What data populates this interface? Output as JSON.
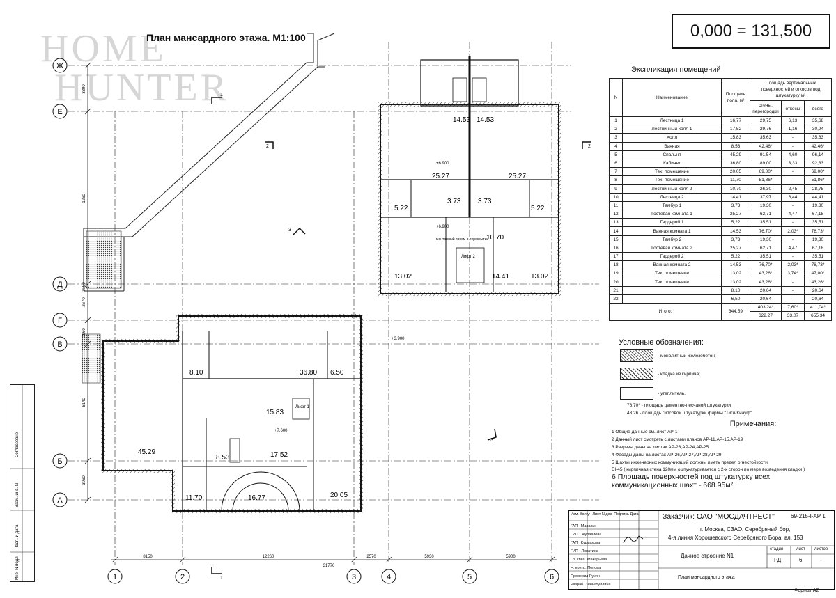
{
  "watermark": {
    "line1": "HOME",
    "line2": "HUNTER"
  },
  "elevation": "0,000 = 131,500",
  "plan_title": "План мансардного этажа. М1:100",
  "grid_axes": {
    "rows": [
      "Ж",
      "Е",
      "Д",
      "Г",
      "В",
      "Б",
      "А"
    ],
    "cols": [
      "1",
      "2",
      "3",
      "4",
      "5",
      "6"
    ]
  },
  "dims_left": [
    "3390",
    "1260",
    "3190",
    "2670",
    "1960",
    "6140",
    "3960"
  ],
  "dims_bottom": [
    "8150",
    "12260",
    "2570",
    "5930",
    "5900"
  ],
  "dim_total": "31770",
  "section_marks": [
    "1",
    "2",
    "2",
    "3",
    "3",
    "1"
  ],
  "level_marks": [
    "+6.900",
    "+6.900",
    "+7.600",
    "+3.900"
  ],
  "room_areas": [
    "14.53",
    "14.53",
    "25.27",
    "25.27",
    "3.73",
    "3.73",
    "5.22",
    "5.22",
    "10.70",
    "13.02",
    "13.02",
    "14.41",
    "8.10",
    "36.80",
    "6.50",
    "15.83",
    "45.29",
    "8.53",
    "17.52",
    "11.70",
    "16.77",
    "20.05"
  ],
  "room_labels": {
    "lift1": "Лифт 1",
    "lift2": "Лифт 2",
    "shaft": "монтажный проем в перекрытии"
  },
  "explication": {
    "title": "Экспликация помещений",
    "headers": {
      "n": "N",
      "name": "Наименование",
      "area": "Площадь пола, м²",
      "vert": "Площадь вертикальных поверхностей и откосов под штукатурку м²",
      "walls": "стены, перегородки",
      "slopes": "откосы",
      "total": "всего"
    },
    "rows": [
      [
        "1",
        "Лестница 1",
        "16,77",
        "29,75",
        "6,13",
        "35,68"
      ],
      [
        "2",
        "Лестничный холл 1",
        "17,52",
        "29,76",
        "1,16",
        "30,94"
      ],
      [
        "3",
        "Холл",
        "15,83",
        "35,63",
        "-",
        "35,63"
      ],
      [
        "4",
        "Ванная",
        "8,53",
        "42,46*",
        "-",
        "42,46*"
      ],
      [
        "5",
        "Спальня",
        "45,29",
        "91,54",
        "4,60",
        "96,14"
      ],
      [
        "6",
        "Кабинет",
        "36,80",
        "89,00",
        "3,33",
        "92,33"
      ],
      [
        "7",
        "Тех. помещение",
        "20,05",
        "69,00*",
        "-",
        "69,00*"
      ],
      [
        "8",
        "Тех. помещение",
        "11,70",
        "51,86*",
        "-",
        "51,86*"
      ],
      [
        "9",
        "Лестничный холл 2",
        "10,70",
        "26,30",
        "2,45",
        "28,75"
      ],
      [
        "10",
        "Лестница 2",
        "14,41",
        "37,97",
        "6,44",
        "44,41"
      ],
      [
        "11",
        "Тамбур 1",
        "3,73",
        "19,30",
        "-",
        "19,30"
      ],
      [
        "12",
        "Гостевая комната 1",
        "25,27",
        "62,71",
        "4,47",
        "67,18"
      ],
      [
        "13",
        "Гардероб 1",
        "5,22",
        "35,51",
        "-",
        "35,51"
      ],
      [
        "14",
        "Ванная комната 1",
        "14,53",
        "76,70*",
        "2,03*",
        "78,73*"
      ],
      [
        "15",
        "Тамбур 2",
        "3,73",
        "19,30",
        "-",
        "19,30"
      ],
      [
        "16",
        "Гостевая комната 2",
        "25,27",
        "62,71",
        "4,47",
        "67,18"
      ],
      [
        "17",
        "Гардероб 2",
        "5,22",
        "35,51",
        "-",
        "35,51"
      ],
      [
        "18",
        "Ванная комната 2",
        "14,53",
        "76,70*",
        "2,03*",
        "78,73*"
      ],
      [
        "19",
        "Тех. помещение",
        "13,02",
        "43,26*",
        "3,74*",
        "47,00*"
      ],
      [
        "20",
        "Тех. помещение",
        "13,02",
        "43,26*",
        "-",
        "43,26*"
      ],
      [
        "21",
        "",
        "8,10",
        "20,64",
        "-",
        "20,64"
      ],
      [
        "22",
        "",
        "6,50",
        "20,64",
        "-",
        "20,64"
      ]
    ],
    "totals": {
      "label": "Итого:",
      "area": "344,59",
      "a1": "403,24*",
      "a2": "7,60*",
      "a3": "411,04*",
      "b1": "622,27",
      "b2": "33,07",
      "b3": "655,34"
    }
  },
  "legend": {
    "title": "Условные обозначения:",
    "items": [
      "- монолитный железобетон;",
      "- кладка из кирпича;",
      "- утеплитель."
    ],
    "codes": [
      {
        "code": "76,70*",
        "text": "- площадь цементно-песчаной штукатурки"
      },
      {
        "code": "43,26",
        "text": "- площадь гипсовой штукатурки фирмы \"Тиги-Кнауф\""
      }
    ]
  },
  "notes": {
    "title": "Примечания:",
    "items": [
      "1 Общие данные см. лист АР-1",
      "2 Данный лист смотреть с листами планов АР-11,АР-15,АР-19",
      "3 Разрезы даны на листах АР-23,АР-24,АР-25",
      "4 Фасады даны на листах АР-26,АР-27,АР-28,АР-29",
      "5 Шахты инженерных коммуникаций должны иметь предел огнестойкости",
      "EI-45 ( кирпичная стена 120мм оштукатуривается с 2-х сторон по мере возведения кладки )"
    ],
    "big": [
      "6 Площадь поверхностей под штукатурку всех",
      "коммуникационных шахт - 668.95м²"
    ]
  },
  "stamp": {
    "customer": "Заказчик: ОАО \"МОСДАЧТРЕСТ\"",
    "code": "69-215-I-АР 1",
    "address1": "г. Москва, СЗАО, Серебряный бор,",
    "address2": "4-я линия Хорошевского Серебряного Бора, вл. 153",
    "object": "Дачное строение N1",
    "sheet_title": "План мансардного этажа",
    "stage_h": "стадия",
    "sheet_h": "лист",
    "sheets_h": "листов",
    "stage": "РД",
    "sheet": "6",
    "sheets": "-",
    "col_heads": [
      "Изм.",
      "Кол.уч",
      "Лист",
      "N док.",
      "Подпись",
      "Дата"
    ],
    "roles": [
      [
        "ГАП",
        "Марахин"
      ],
      [
        "ГИП",
        "Журавлева"
      ],
      [
        "ГАП",
        "Курмахова"
      ],
      [
        "ГИП",
        "Лопатина"
      ],
      [
        "Гл. спец.",
        "Макарьева"
      ],
      [
        "Н. контр.",
        "Попова"
      ],
      [
        "Проверил",
        "Рукин"
      ],
      [
        "Разраб.",
        "Зиннатуллина"
      ]
    ]
  },
  "format": "Формат А2",
  "side_labels": [
    "Согласовано",
    "Взам. инв. N",
    "Подп. и дата",
    "Инв. N подл."
  ]
}
